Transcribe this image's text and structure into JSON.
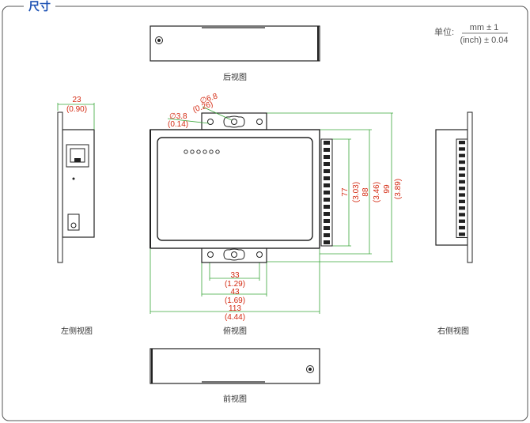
{
  "title": "尺寸",
  "unit": {
    "label": "单位:",
    "numerator": "mm ± 1",
    "denominator": "(inch) ± 0.04"
  },
  "views": {
    "back": "后视图",
    "left": "左侧视图",
    "top": "俯视图",
    "right": "右侧视图",
    "front": "前视图"
  },
  "dimensions": {
    "side_depth": {
      "mm": "23",
      "inch": "(0.90)"
    },
    "mount_hole_large": {
      "mm": "∅6.8",
      "inch": "(0.26)"
    },
    "mount_hole_small": {
      "mm": "∅3.8",
      "inch": "(0.14)"
    },
    "body_height": {
      "mm": "77",
      "inch": "(3.03)"
    },
    "flange_height": {
      "mm": "88",
      "inch": "(3.46)"
    },
    "total_height": {
      "mm": "99",
      "inch": "(3.89)"
    },
    "hole_spacing": {
      "mm": "33",
      "inch": "(1.29)"
    },
    "flange_width": {
      "mm": "43",
      "inch": "(1.69)"
    },
    "total_width": {
      "mm": "113",
      "inch": "(4.44)"
    }
  },
  "colors": {
    "title": "#1a4fb3",
    "dimension": "#d42a12",
    "outline": "#222222",
    "dim_line": "#3aa63a"
  }
}
